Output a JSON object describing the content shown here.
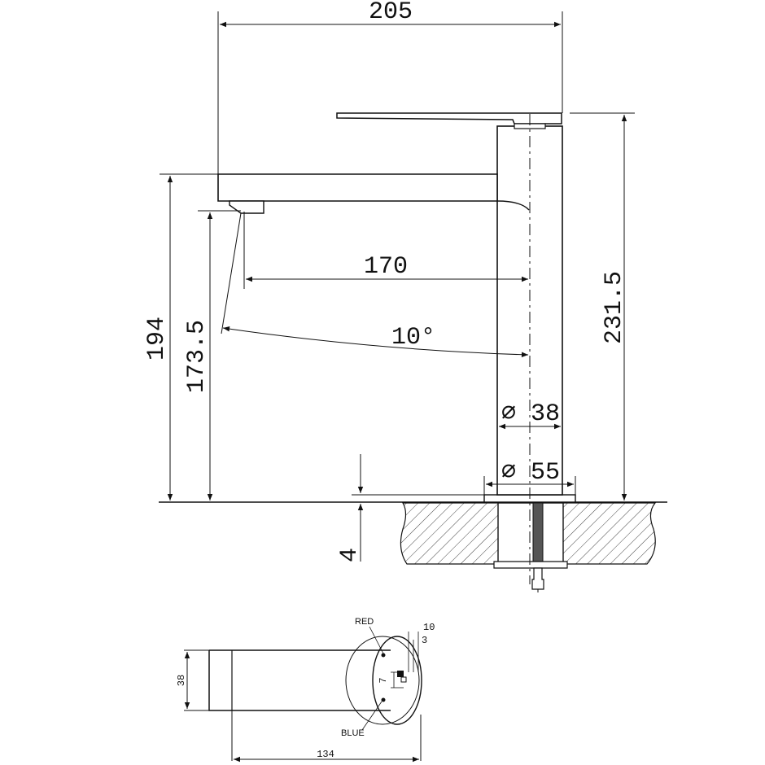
{
  "front_view": {
    "overall_width": "205",
    "spout_reach": "170",
    "swivel_angle": "10°",
    "height_to_spout": "194",
    "height_to_outlet": "173.5",
    "overall_height": "231.5",
    "body_diameter": "⌀ 38",
    "base_diameter": "⌀ 55",
    "base_thickness": "4"
  },
  "top_view": {
    "hot_label": "RED",
    "cold_label": "BLUE",
    "dim_10": "10",
    "dim_3": "3",
    "dim_7": "7",
    "body_width": "38",
    "length": "134"
  }
}
